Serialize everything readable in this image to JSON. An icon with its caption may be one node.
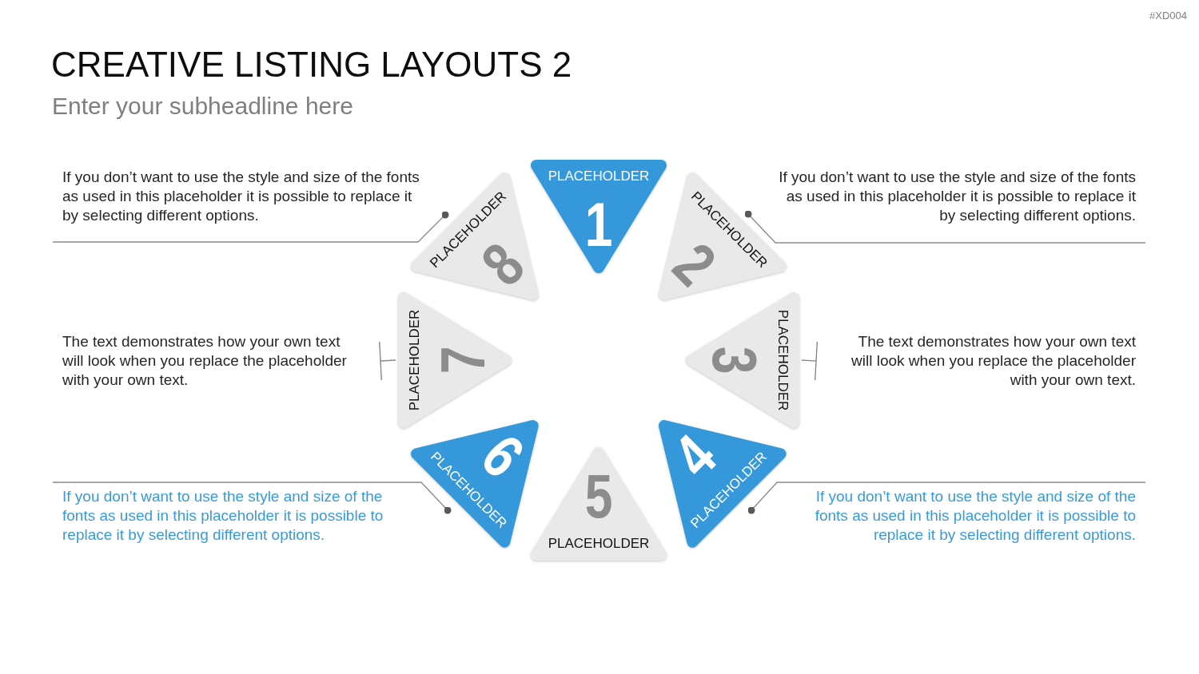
{
  "diagram": {
    "title": "CREATIVE LISTING LAYOUTS 2",
    "nodes": [
      {
        "text": [
          "If you don’t want to use the style and size of the fonts as used in this placeholder it is possible to replace it by selecting different options."
        ]
      },
      {
        "text": [
          "PLACEHOLDER",
          "8"
        ]
      },
      {
        "text": [
          "PLACEHOLDER",
          "1"
        ]
      },
      {
        "text": [
          "PLACEHOLDER",
          "2"
        ]
      },
      {
        "text": [
          "If you don’t want to use the style and size of the fonts as used in this placeholder it is possible to replace it by selecting different options."
        ]
      },
      {
        "text": [
          "The text demonstrates how your own text will look when you replace the placeholder with your own text."
        ]
      },
      {
        "text": [
          "PLACEHOLDER",
          "7"
        ]
      },
      {
        "text": [
          "3",
          "PLACEHOLDER"
        ]
      },
      {
        "text": [
          "The text demonstrates how your own text will look when you replace the placeholder with your own text."
        ]
      },
      {
        "text": [
          "If you don’t want to use the style and size of the fonts as used in this placeholder it is possible to replace it by selecting different options."
        ]
      },
      {
        "text": [
          "6",
          "PLACEHOLDER"
        ]
      },
      {
        "text": [
          "5",
          "PLACEHOLDER"
        ]
      },
      {
        "text": [
          "4",
          "PLACEHOLDER"
        ]
      },
      {
        "text": [
          "If you don’t want to use the style and size of the fonts as used in this placeholder it is possible to replace it by selecting different options."
        ]
      }
    ],
    "edges": [
      {
        "from": 0,
        "to": 1,
        "arrow": "other"
      },
      {
        "from": 4,
        "to": 3,
        "arrow": "other"
      },
      {
        "from": 5,
        "to": 6,
        "arrow": "other"
      },
      {
        "from": 8,
        "to": 7,
        "arrow": "other"
      },
      {
        "from": 9,
        "to": 10,
        "arrow": "other"
      },
      {
        "from": 13,
        "to": 12,
        "arrow": "other"
      }
    ],
    "labels": [
      "#XD004",
      "Enter your subheadline here"
    ]
  }
}
